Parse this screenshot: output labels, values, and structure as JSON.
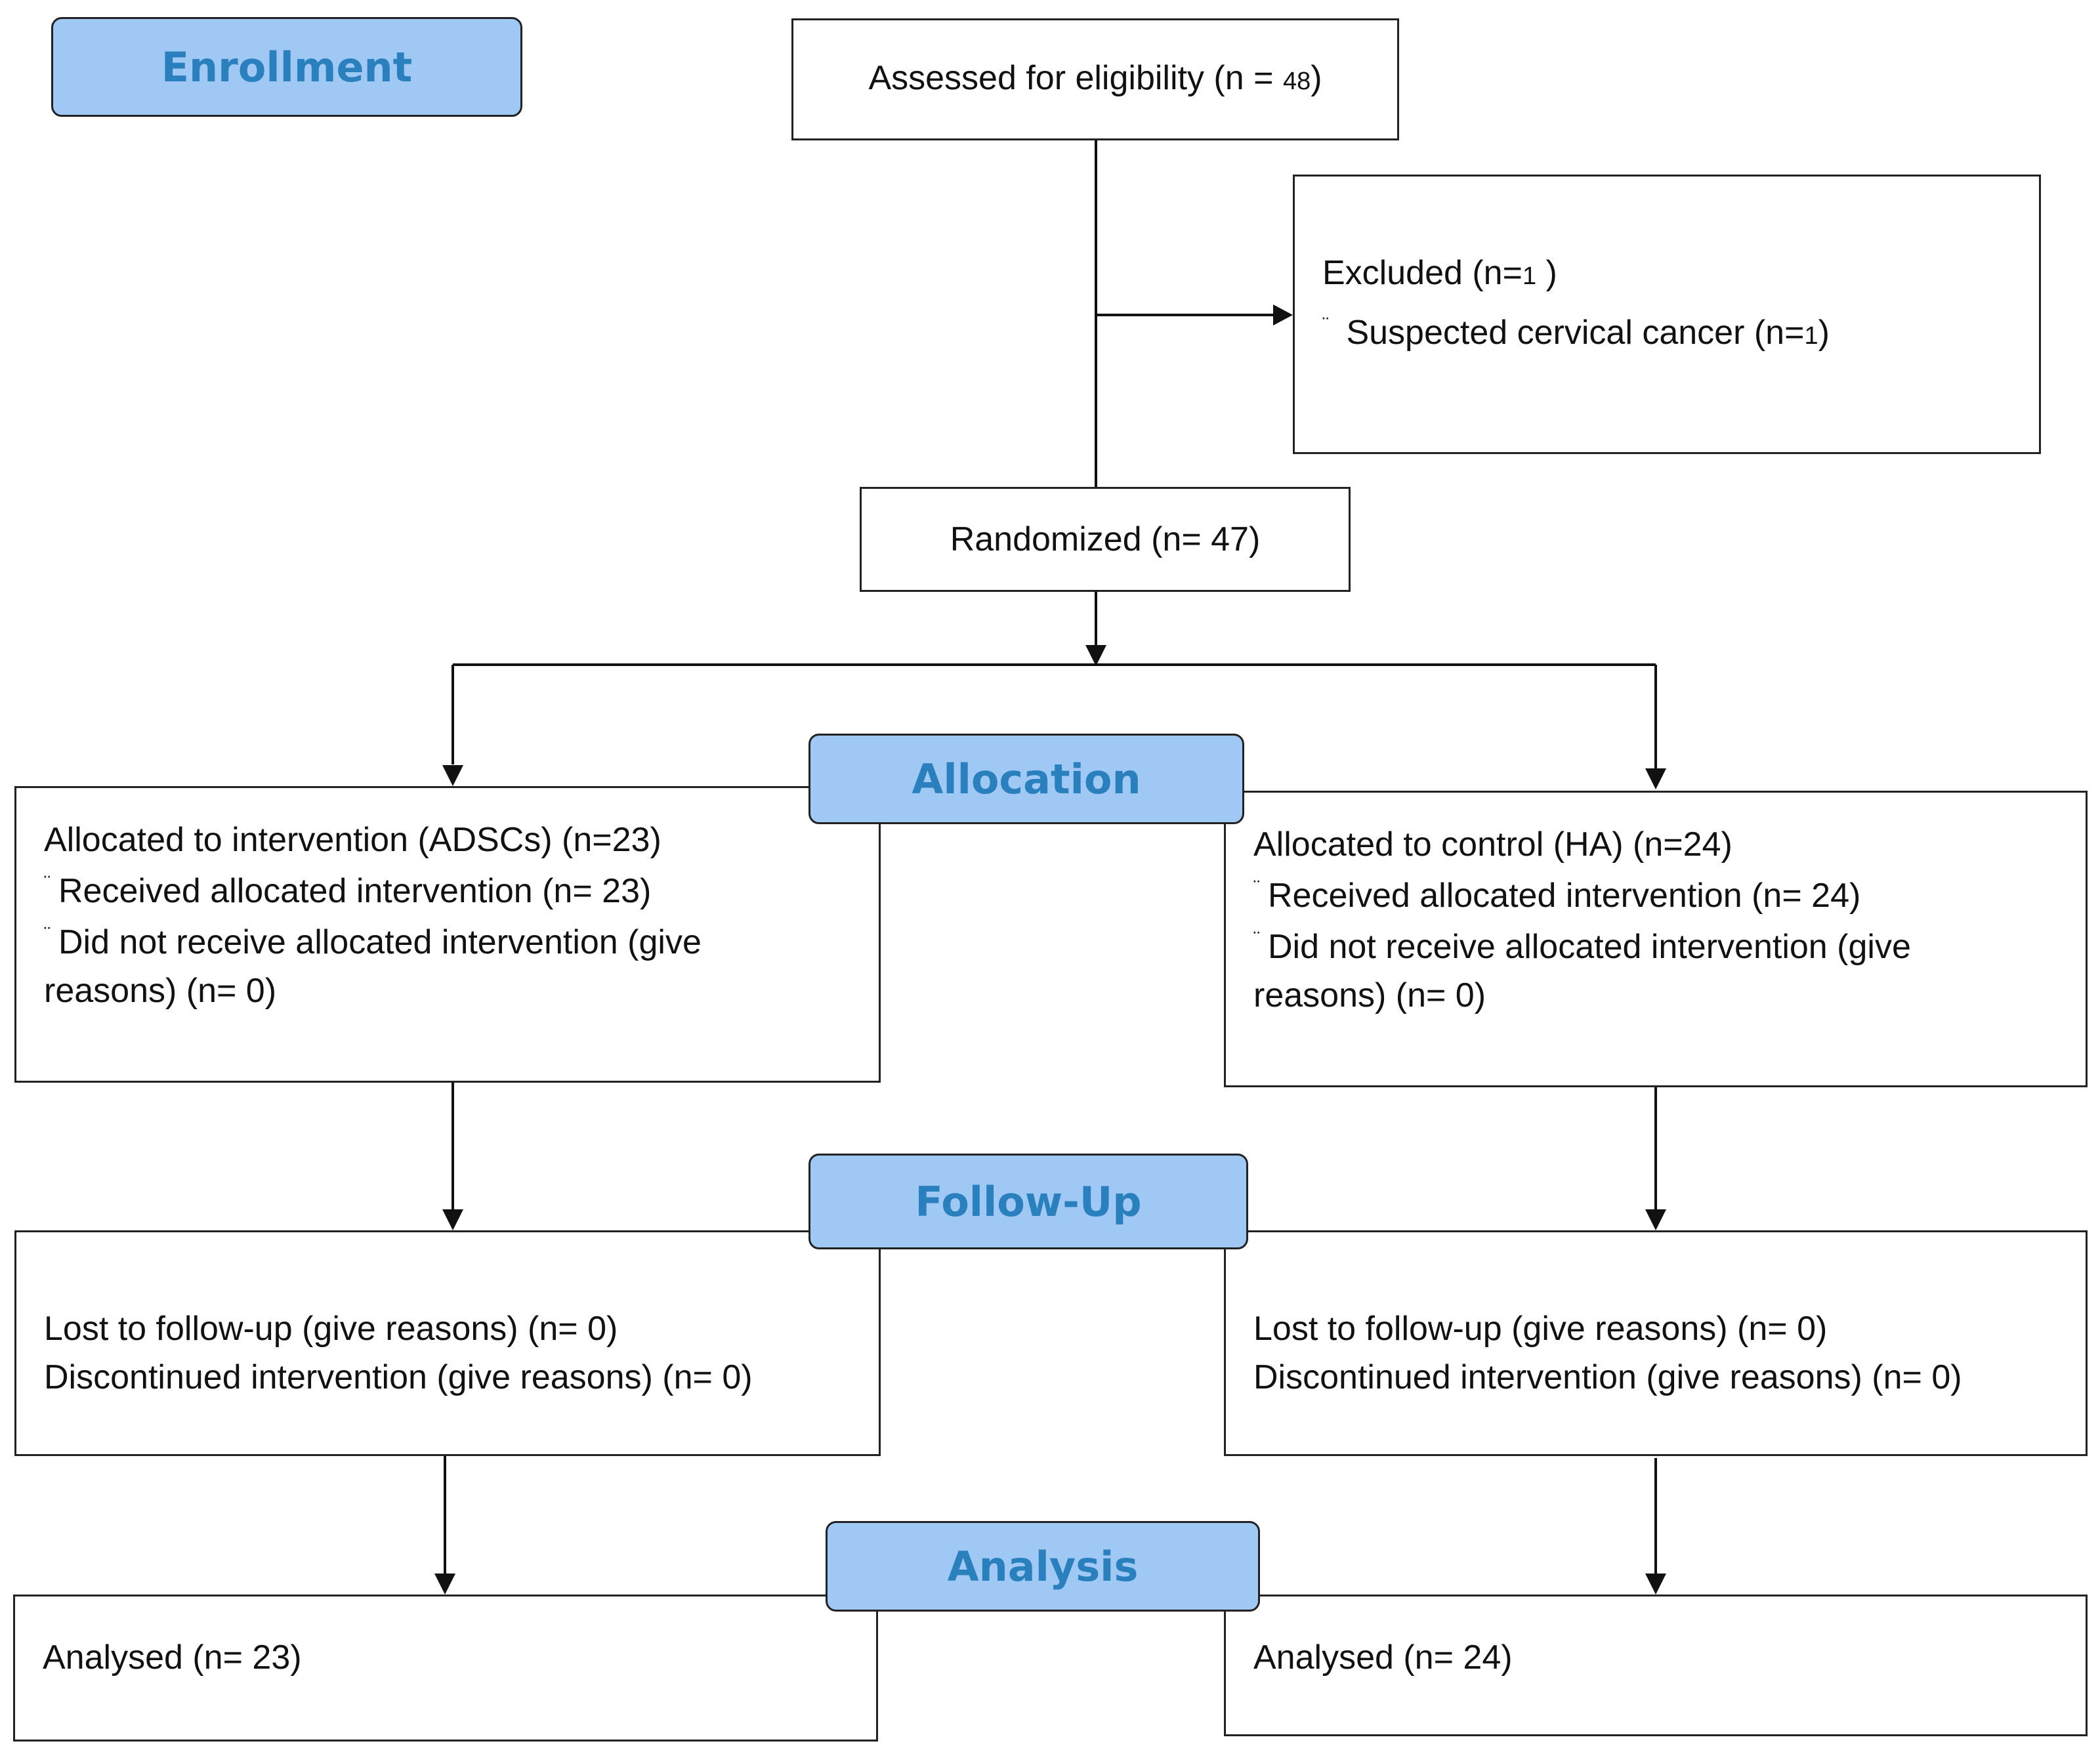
{
  "stages": {
    "enrollment": "Enrollment",
    "allocation": "Allocation",
    "follow_up": "Follow-Up",
    "analysis": "Analysis"
  },
  "assessed": {
    "prefix": "Assessed for eligibility (n = ",
    "n": "48",
    "suffix": ")"
  },
  "excluded": {
    "title_prefix": "Excluded  (n=",
    "title_n": "1",
    "title_suffix": "  )",
    "bullet": "¨",
    "reason_prefix": " Suspected cervical cancer (n=",
    "reason_n": "1",
    "reason_suffix": ")"
  },
  "randomized": "Randomized (n= 47)",
  "allocation_left": {
    "title": "Allocated to intervention (ADSCs) (n=23)",
    "bullet": "¨",
    "received": "Received allocated intervention (n= 23)",
    "not_received_1": "Did not receive allocated intervention (give",
    "not_received_2": "reasons) (n= 0)"
  },
  "allocation_right": {
    "title": "Allocated to control (HA) (n=24)",
    "bullet": "¨",
    "received": "Received allocated intervention (n= 24)",
    "not_received_1": "Did not receive allocated intervention (give",
    "not_received_2": "reasons) (n= 0)"
  },
  "followup_left": {
    "lost": "Lost to follow-up (give reasons) (n= 0)",
    "discontinued": "Discontinued intervention (give reasons) (n= 0)"
  },
  "followup_right": {
    "lost": "Lost to follow-up (give reasons) (n= 0)",
    "discontinued": "Discontinued intervention (give reasons) (n= 0)"
  },
  "analysis_left": "Analysed  (n= 23)",
  "analysis_right": "Analysed  (n= 24)",
  "colors": {
    "stage_fill": "#9fc8f5",
    "stage_text": "#2a80bd",
    "border": "#222222"
  }
}
